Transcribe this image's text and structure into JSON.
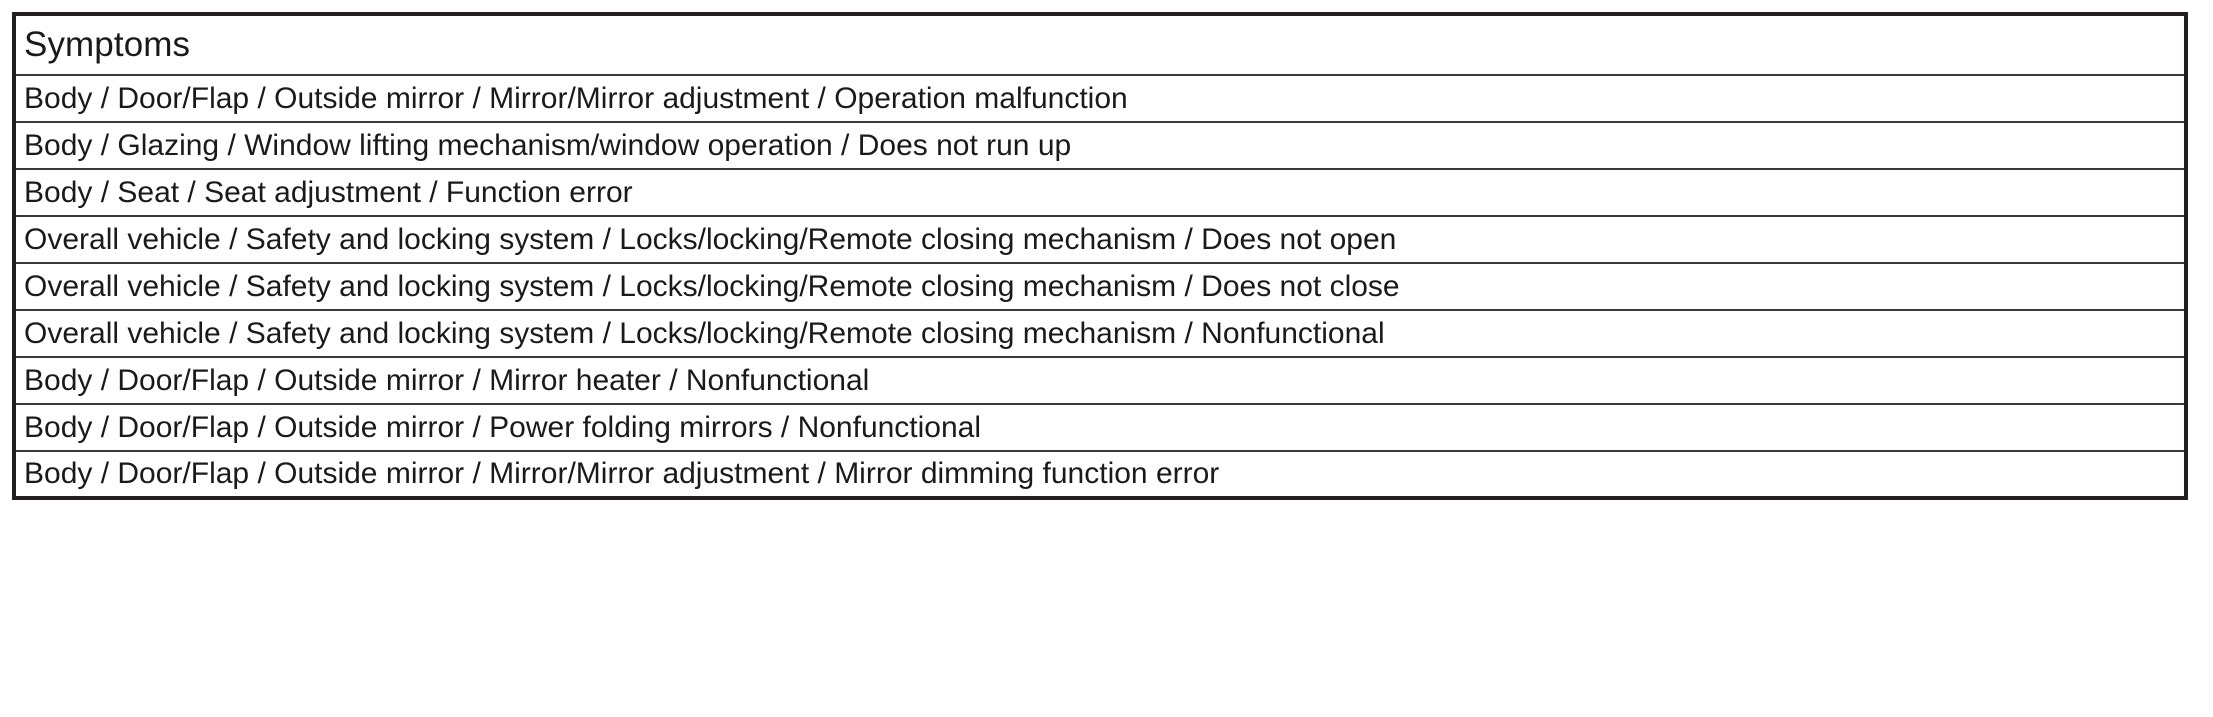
{
  "table": {
    "name": "symptoms-table",
    "header": "Symptoms",
    "rows": [
      "Body / Door/Flap / Outside mirror / Mirror/Mirror adjustment / Operation malfunction",
      "Body / Glazing / Window lifting mechanism/window operation / Does not run up",
      "Body / Seat / Seat adjustment / Function error",
      "Overall vehicle / Safety and locking system / Locks/locking/Remote closing mechanism / Does not open",
      "Overall vehicle / Safety and locking system / Locks/locking/Remote closing mechanism / Does not close",
      "Overall vehicle / Safety and locking system / Locks/locking/Remote closing mechanism / Nonfunctional",
      "Body / Door/Flap / Outside mirror / Mirror heater / Nonfunctional",
      "Body / Door/Flap / Outside mirror / Power folding mirrors / Nonfunctional",
      "Body / Door/Flap / Outside mirror / Mirror/Mirror adjustment / Mirror dimming function error"
    ]
  },
  "colors": {
    "text": "#1a1a1a",
    "border_outer": "#231f20",
    "border_inner": "#3a3a3a",
    "background": "#ffffff"
  }
}
